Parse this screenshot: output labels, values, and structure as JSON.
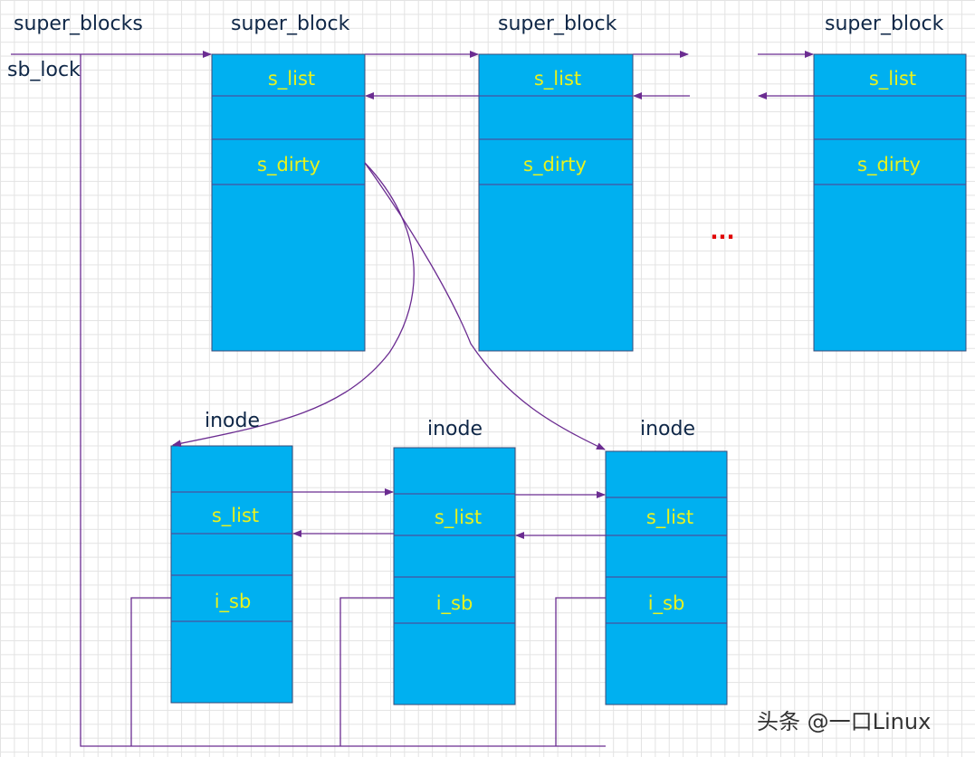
{
  "labels": {
    "super_blocks": "super_blocks",
    "sb_lock": "sb_lock",
    "super_block": "super_block",
    "inode": "inode"
  },
  "fields": {
    "s_list": "s_list",
    "s_dirty": "s_dirty",
    "i_sb": "i_sb"
  },
  "ellipsis": "...",
  "watermark": "头条 @一口Linux",
  "colors": {
    "box_fill": "#00b0f0",
    "field_text": "#e8f21e",
    "arrow": "#6b2c91",
    "ellipsis": "#e00000"
  }
}
